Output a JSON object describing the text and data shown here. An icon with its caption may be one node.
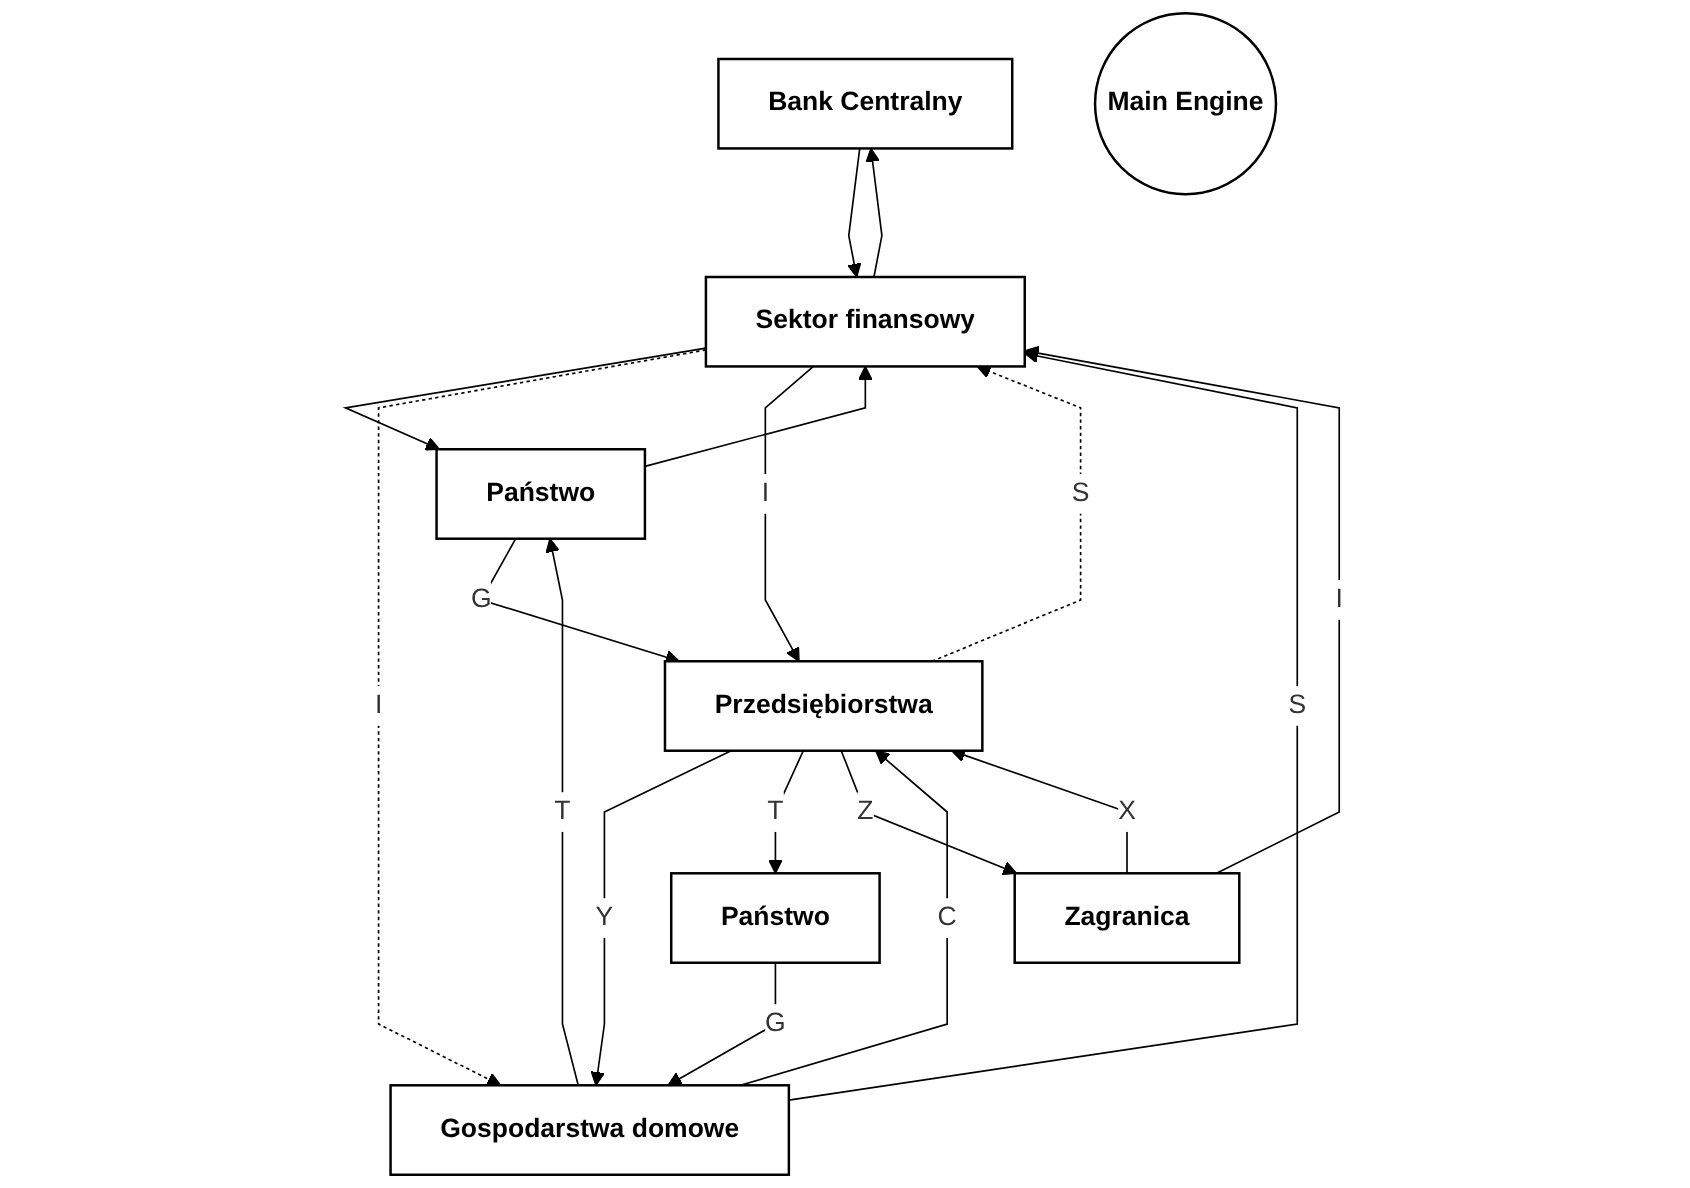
{
  "diagram": {
    "nodes": [
      {
        "text": [
          "Bank Centralny"
        ]
      },
      {
        "text": [
          "Sektor finansowy"
        ]
      },
      {
        "text": [
          "Państwo"
        ]
      },
      {
        "text": [
          "Main Engine"
        ]
      },
      {
        "text": [
          "Gospodarstwa domowe"
        ]
      },
      {
        "text": [
          "Przedsiębiorstwa"
        ]
      },
      {
        "text": [
          "Państwo"
        ]
      },
      {
        "text": [
          "Zagranica"
        ]
      }
    ],
    "edges": [
      {
        "from": 0,
        "to": 1,
        "arrow": "to"
      },
      {
        "from": 1,
        "to": 0,
        "arrow": "to"
      },
      {
        "from": 1,
        "to": 2,
        "arrow": "to"
      },
      {
        "from": 2,
        "to": 1,
        "arrow": "to"
      },
      {
        "from": 4,
        "to": 1,
        "arrow": "to",
        "label": "S"
      },
      {
        "from": 1,
        "to": 4,
        "arrow": "to",
        "label": "I",
        "style": "dashed"
      },
      {
        "from": 4,
        "to": 2,
        "arrow": "to",
        "label": "T"
      },
      {
        "from": 2,
        "to": 5,
        "arrow": "to",
        "label": "G"
      },
      {
        "from": 1,
        "to": 5,
        "arrow": "to",
        "label": "I"
      },
      {
        "from": 5,
        "to": 1,
        "arrow": "to",
        "label": "S",
        "style": "dashed"
      },
      {
        "from": 4,
        "to": 5,
        "arrow": "to",
        "label": "C"
      },
      {
        "from": 5,
        "to": 4,
        "arrow": "to",
        "label": "Y"
      },
      {
        "from": 5,
        "to": 6,
        "arrow": "to",
        "label": "T"
      },
      {
        "from": 6,
        "to": 4,
        "arrow": "to",
        "label": "G"
      },
      {
        "from": 5,
        "to": 7,
        "arrow": "to",
        "label": "Z"
      },
      {
        "from": 7,
        "to": 5,
        "arrow": "to",
        "label": "X"
      },
      {
        "from": 7,
        "to": 1,
        "arrow": "to",
        "label": "I"
      }
    ]
  }
}
